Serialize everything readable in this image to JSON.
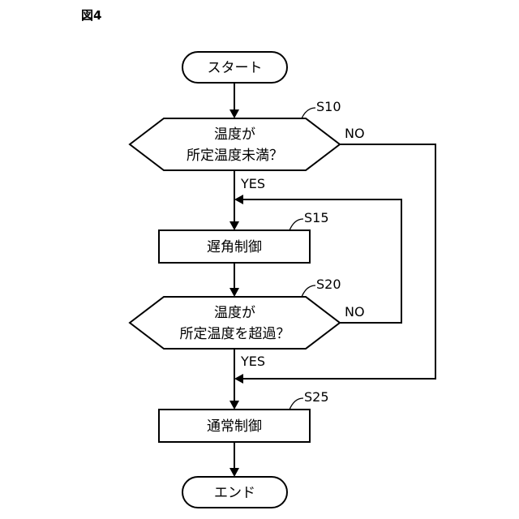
{
  "figure_label": "図4",
  "start": {
    "text": "スタート"
  },
  "end": {
    "text": "エンド"
  },
  "steps": [
    {
      "id": "S10",
      "lines": [
        "温度が",
        "所定温度未満？"
      ]
    },
    {
      "id": "S15",
      "lines": [
        "遅角制御"
      ]
    },
    {
      "id": "S20",
      "lines": [
        "温度が",
        "所定温度を超過？"
      ]
    },
    {
      "id": "S25",
      "lines": [
        "通常制御"
      ]
    }
  ],
  "branches": {
    "s10_yes": "YES",
    "s10_no": "NO",
    "s20_yes": "YES",
    "s20_no": "NO"
  }
}
